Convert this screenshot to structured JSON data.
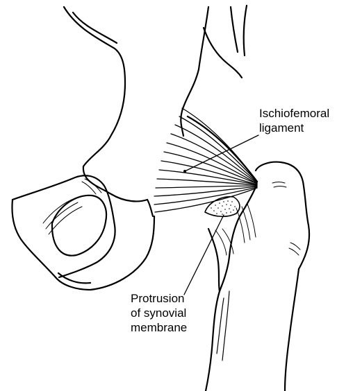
{
  "labels": {
    "ischiofemoral": {
      "line1": "Ischiofemoral",
      "line2": "ligament"
    },
    "synovial": {
      "line1": "Protrusion",
      "line2": "of synovial",
      "line3": "membrane"
    }
  },
  "colors": {
    "ink": "#000000",
    "background": "#ffffff"
  }
}
